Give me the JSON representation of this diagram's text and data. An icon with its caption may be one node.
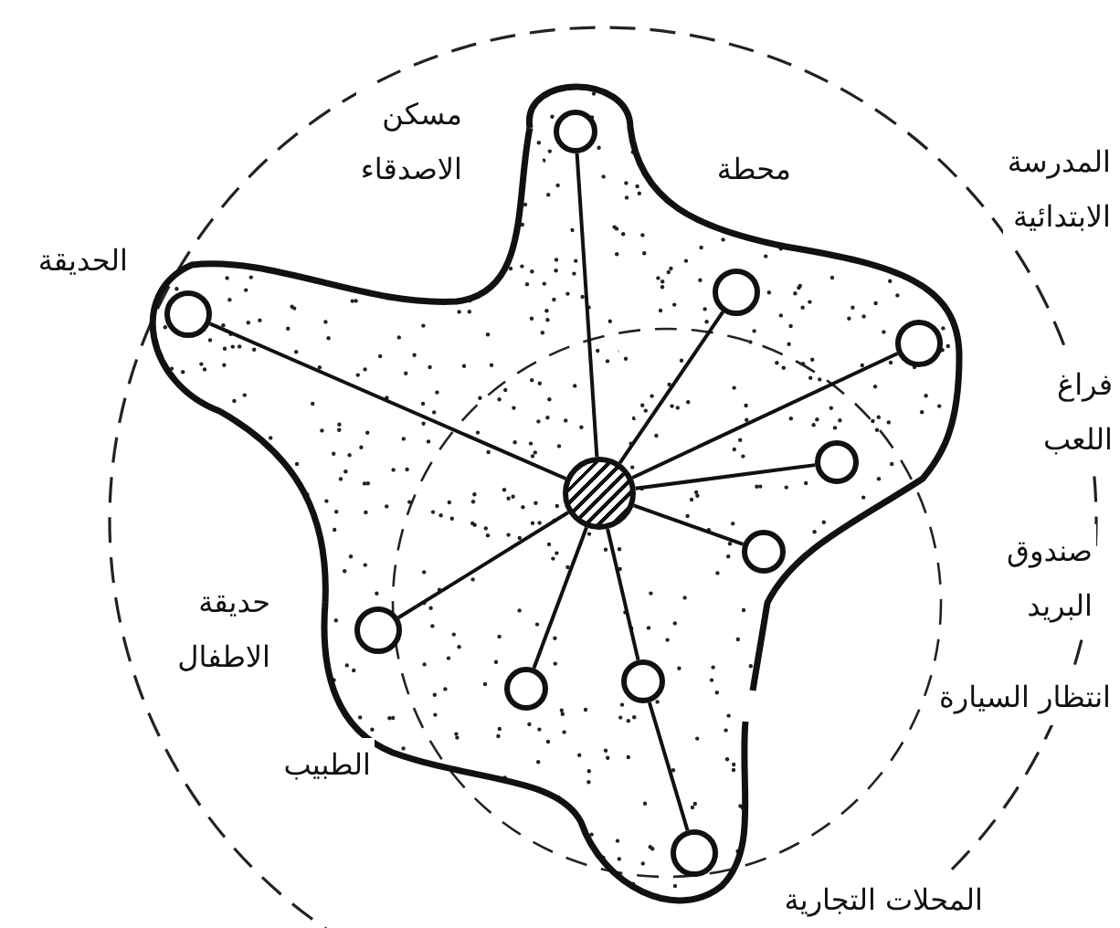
{
  "diagram": {
    "nodes": [
      {
        "text": [],
        "shape": "circle"
      },
      {
        "text": [],
        "shape": "circle"
      },
      {
        "text": [],
        "shape": "circle"
      },
      {
        "text": [],
        "shape": "circle"
      },
      {
        "text": [],
        "shape": "circle"
      },
      {
        "text": [],
        "shape": "circle"
      },
      {
        "text": [],
        "shape": "circle"
      },
      {
        "text": [],
        "shape": "circle"
      },
      {
        "text": [],
        "shape": "circle"
      },
      {
        "text": [],
        "shape": "circle"
      },
      {
        "text": [],
        "shape": "circle"
      }
    ],
    "edges": [
      {
        "from": 0,
        "to": 1,
        "arrow": "none"
      },
      {
        "from": 0,
        "to": 2,
        "arrow": "none"
      },
      {
        "from": 0,
        "to": 3,
        "arrow": "none"
      },
      {
        "from": 0,
        "to": 4,
        "arrow": "none"
      },
      {
        "from": 0,
        "to": 5,
        "arrow": "none"
      },
      {
        "from": 0,
        "to": 6,
        "arrow": "none"
      },
      {
        "from": 0,
        "to": 7,
        "arrow": "none"
      },
      {
        "from": 0,
        "to": 8,
        "arrow": "none"
      },
      {
        "from": 0,
        "to": 9,
        "arrow": "none"
      },
      {
        "from": 9,
        "to": 10,
        "arrow": "none"
      }
    ],
    "labels": [
      "مسكن الاصدقاء",
      "محطة",
      "المدرسة الابتدائية",
      "الحديقة",
      "فراغ اللعب",
      "صندوق البريد",
      "حديقة الاطفال",
      "انتظار السيارة",
      "الطبيب",
      "المحلات التجارية"
    ]
  }
}
